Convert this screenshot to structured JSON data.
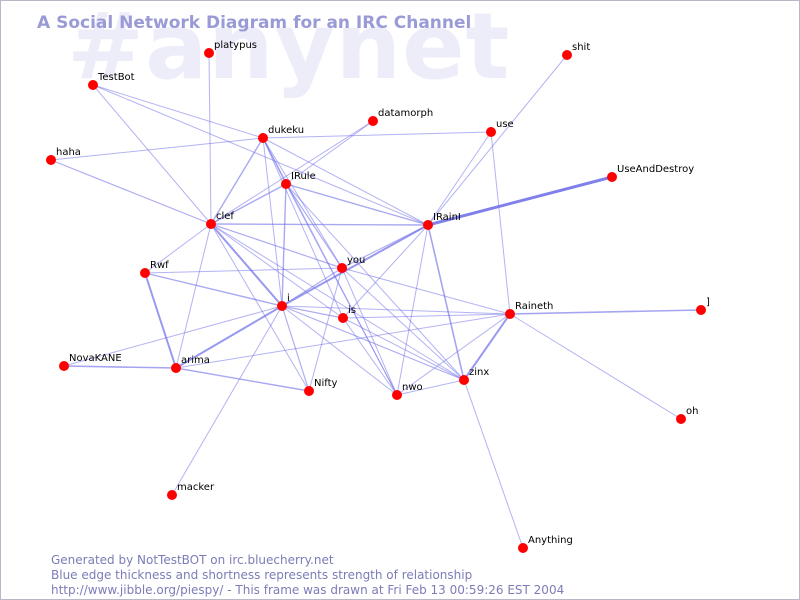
{
  "watermark": "#anynet",
  "title": "A Social Network Diagram for an IRC Channel",
  "footer": {
    "line1": "Generated by NotTestBOT on irc.bluecherry.net",
    "line2": "Blue edge thickness and shortness represents strength of relationship",
    "line3": "http://www.jibble.org/piespy/ - This frame was drawn at Fri Feb 13 00:59:26 EST 2004"
  },
  "colors": {
    "node": "#ff0000",
    "edge": "#7070e8",
    "title": "#9a9ad6",
    "watermark": "#ededfa",
    "footer": "#7c7cb8"
  },
  "nodes": [
    {
      "id": "platypus",
      "label": "platypus"
    },
    {
      "id": "shit",
      "label": "shit"
    },
    {
      "id": "TestBot",
      "label": "TestBot"
    },
    {
      "id": "datamorph",
      "label": "datamorph"
    },
    {
      "id": "use",
      "label": "use"
    },
    {
      "id": "dukeku",
      "label": "dukeku"
    },
    {
      "id": "haha",
      "label": "haha"
    },
    {
      "id": "UseAndDestroy",
      "label": "UseAndDestroy"
    },
    {
      "id": "IRule",
      "label": "IRule"
    },
    {
      "id": "clef",
      "label": "clef"
    },
    {
      "id": "IRainI",
      "label": "IRainI"
    },
    {
      "id": "Rwf",
      "label": "Rwf"
    },
    {
      "id": "you",
      "label": "you"
    },
    {
      "id": "i",
      "label": "i"
    },
    {
      "id": "Raineth",
      "label": "Raineth"
    },
    {
      "id": "bracket",
      "label": "]"
    },
    {
      "id": "is",
      "label": "is"
    },
    {
      "id": "NovaKANE",
      "label": "NovaKANE"
    },
    {
      "id": "arima",
      "label": "arima"
    },
    {
      "id": "zinx",
      "label": "zinx"
    },
    {
      "id": "Nifty",
      "label": "Nifty"
    },
    {
      "id": "nwo",
      "label": "nwo"
    },
    {
      "id": "oh",
      "label": "oh"
    },
    {
      "id": "macker",
      "label": "macker"
    },
    {
      "id": "Anything",
      "label": "Anything"
    }
  ],
  "edges": [
    {
      "from": "IRainI",
      "to": "UseAndDestroy",
      "strength": 3
    },
    {
      "from": "IRainI",
      "to": "i",
      "strength": 2
    },
    {
      "from": "i",
      "to": "clef",
      "strength": 2
    },
    {
      "from": "i",
      "to": "arima",
      "strength": 2
    },
    {
      "from": "Rwf",
      "to": "arima",
      "strength": 2
    },
    {
      "from": "NovaKANE",
      "to": "arima",
      "strength": 1.6
    },
    {
      "from": "Raineth",
      "to": "zinx",
      "strength": 2
    },
    {
      "from": "Raineth",
      "to": "bracket",
      "strength": 1.6
    },
    {
      "from": "IRainI",
      "to": "zinx",
      "strength": 1.6
    },
    {
      "from": "clef",
      "to": "IRainI",
      "strength": 1.4
    },
    {
      "from": "IRule",
      "to": "IRainI",
      "strength": 1.4
    },
    {
      "from": "clef",
      "to": "IRule",
      "strength": 1.4
    },
    {
      "from": "clef",
      "to": "dukeku",
      "strength": 1.4
    },
    {
      "from": "IRule",
      "to": "i",
      "strength": 1.4
    },
    {
      "from": "i",
      "to": "Rwf",
      "strength": 1.4
    },
    {
      "from": "arima",
      "to": "Nifty",
      "strength": 1.4
    },
    {
      "from": "clef",
      "to": "haha",
      "strength": 1.2
    },
    {
      "from": "clef",
      "to": "you",
      "strength": 1.2
    },
    {
      "from": "clef",
      "to": "Nifty",
      "strength": 1
    },
    {
      "from": "clef",
      "to": "zinx",
      "strength": 1
    },
    {
      "from": "clef",
      "to": "is",
      "strength": 1
    },
    {
      "from": "clef",
      "to": "arima",
      "strength": 1
    },
    {
      "from": "clef",
      "to": "TestBot",
      "strength": 1
    },
    {
      "from": "clef",
      "to": "platypus",
      "strength": 1
    },
    {
      "from": "clef",
      "to": "datamorph",
      "strength": 1
    },
    {
      "from": "clef",
      "to": "Rwf",
      "strength": 1
    },
    {
      "from": "dukeku",
      "to": "IRainI",
      "strength": 1
    },
    {
      "from": "dukeku",
      "to": "IRule",
      "strength": 1.2
    },
    {
      "from": "dukeku",
      "to": "TestBot",
      "strength": 1
    },
    {
      "from": "dukeku",
      "to": "haha",
      "strength": 1
    },
    {
      "from": "dukeku",
      "to": "use",
      "strength": 1
    },
    {
      "from": "dukeku",
      "to": "you",
      "strength": 1
    },
    {
      "from": "dukeku",
      "to": "nwo",
      "strength": 1
    },
    {
      "from": "dukeku",
      "to": "is",
      "strength": 1
    },
    {
      "from": "dukeku",
      "to": "i",
      "strength": 1
    },
    {
      "from": "IRule",
      "to": "you",
      "strength": 1.2
    },
    {
      "from": "IRule",
      "to": "datamorph",
      "strength": 1
    },
    {
      "from": "IRule",
      "to": "nwo",
      "strength": 1
    },
    {
      "from": "IRule",
      "to": "zinx",
      "strength": 1
    },
    {
      "from": "IRainI",
      "to": "you",
      "strength": 1.2
    },
    {
      "from": "IRainI",
      "to": "is",
      "strength": 1
    },
    {
      "from": "IRainI",
      "to": "nwo",
      "strength": 1
    },
    {
      "from": "IRainI",
      "to": "shit",
      "strength": 1
    },
    {
      "from": "IRainI",
      "to": "use",
      "strength": 1
    },
    {
      "from": "you",
      "to": "i",
      "strength": 1.2
    },
    {
      "from": "you",
      "to": "Rwf",
      "strength": 1
    },
    {
      "from": "you",
      "to": "Raineth",
      "strength": 1
    },
    {
      "from": "you",
      "to": "Nifty",
      "strength": 1
    },
    {
      "from": "you",
      "to": "nwo",
      "strength": 1
    },
    {
      "from": "you",
      "to": "zinx",
      "strength": 1
    },
    {
      "from": "i",
      "to": "is",
      "strength": 1.2
    },
    {
      "from": "i",
      "to": "zinx",
      "strength": 1.2
    },
    {
      "from": "i",
      "to": "Nifty",
      "strength": 1.2
    },
    {
      "from": "i",
      "to": "nwo",
      "strength": 1
    },
    {
      "from": "i",
      "to": "Raineth",
      "strength": 1
    },
    {
      "from": "i",
      "to": "macker",
      "strength": 1
    },
    {
      "from": "i",
      "to": "NovaKANE",
      "strength": 1
    },
    {
      "from": "is",
      "to": "Raineth",
      "strength": 1
    },
    {
      "from": "is",
      "to": "zinx",
      "strength": 1
    },
    {
      "from": "is",
      "to": "nwo",
      "strength": 1
    },
    {
      "from": "arima",
      "to": "Raineth",
      "strength": 1
    },
    {
      "from": "nwo",
      "to": "Raineth",
      "strength": 1
    },
    {
      "from": "nwo",
      "to": "zinx",
      "strength": 1
    },
    {
      "from": "Raineth",
      "to": "use",
      "strength": 1
    },
    {
      "from": "Raineth",
      "to": "oh",
      "strength": 1
    },
    {
      "from": "zinx",
      "to": "Anything",
      "strength": 1
    },
    {
      "from": "TestBot",
      "to": "IRainI",
      "strength": 1
    }
  ]
}
